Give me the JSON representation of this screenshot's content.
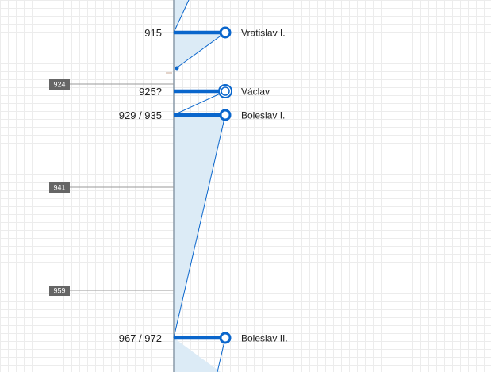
{
  "timeline": {
    "colors": {
      "axis": "#8a9aa8",
      "fill": "#dcebf6",
      "stroke": "#0a66cc",
      "tag_bg": "#666666",
      "tick": "#9a9a9a"
    },
    "rulers": [
      {
        "id": "bracket-1",
        "pred": "vratislav",
        "succ": "vaclav"
      },
      {
        "id": "bracket-2",
        "pred": "boleslav-1",
        "succ": "boleslav-2"
      }
    ],
    "year_ticks": [
      "924",
      "941",
      "959"
    ],
    "entries": [
      {
        "id": "vratislav",
        "year": "915",
        "name": "Vratislav I.",
        "marker": "ring"
      },
      {
        "id": "vaclav",
        "year": "925?",
        "name": "Václav",
        "marker": "double-ring"
      },
      {
        "id": "boleslav-1",
        "year": "929 / 935",
        "name": "Boleslav I.",
        "marker": "ring"
      },
      {
        "id": "boleslav-2",
        "year": "967 / 972",
        "name": "Boleslav II.",
        "marker": "ring"
      }
    ]
  }
}
